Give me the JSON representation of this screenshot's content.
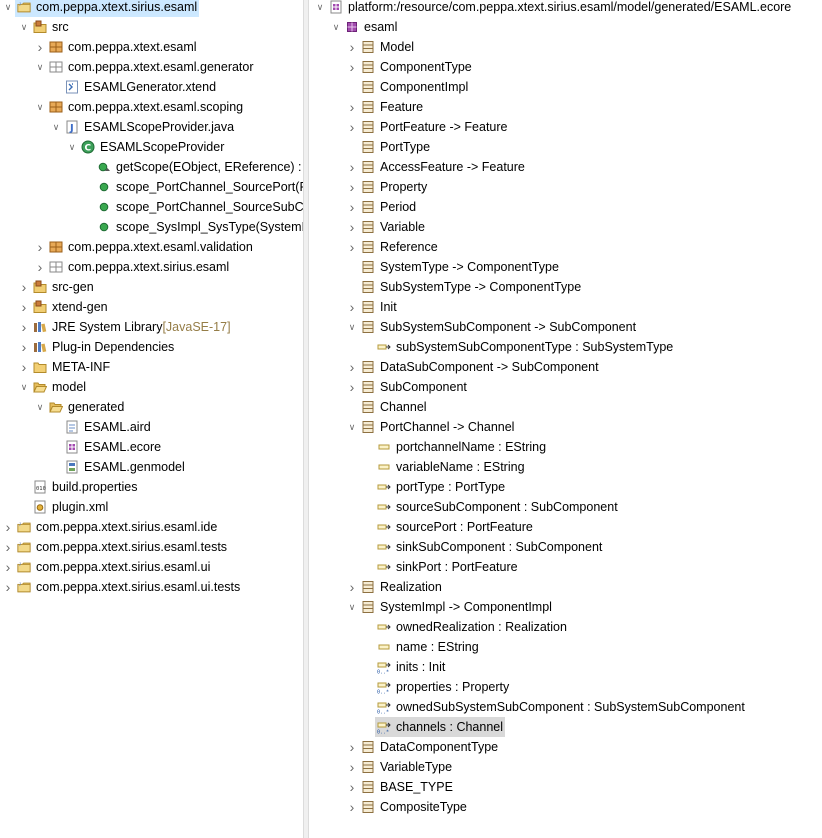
{
  "left_tree": [
    {
      "d": 0,
      "t": "open",
      "i": "project",
      "l": "com.peppa.xtext.sirius.esaml",
      "sel": true
    },
    {
      "d": 1,
      "t": "open",
      "i": "srcfolder",
      "l": "src"
    },
    {
      "d": 2,
      "t": "closed",
      "i": "package",
      "l": "com.peppa.xtext.esaml"
    },
    {
      "d": 2,
      "t": "open",
      "i": "package-empty",
      "l": "com.peppa.xtext.esaml.generator"
    },
    {
      "d": 3,
      "t": "none",
      "i": "xtend",
      "l": "ESAMLGenerator.xtend"
    },
    {
      "d": 2,
      "t": "open",
      "i": "package",
      "l": "com.peppa.xtext.esaml.scoping"
    },
    {
      "d": 3,
      "t": "open",
      "i": "java",
      "l": "ESAMLScopeProvider.java"
    },
    {
      "d": 4,
      "t": "open",
      "i": "class",
      "l": "ESAMLScopeProvider"
    },
    {
      "d": 5,
      "t": "none",
      "i": "method-override",
      "l": "getScope(EObject, EReference) :"
    },
    {
      "d": 5,
      "t": "none",
      "i": "method",
      "l": "scope_PortChannel_SourcePort(P"
    },
    {
      "d": 5,
      "t": "none",
      "i": "method",
      "l": "scope_PortChannel_SourceSubCo"
    },
    {
      "d": 5,
      "t": "none",
      "i": "method",
      "l": "scope_SysImpl_SysType(SystemI"
    },
    {
      "d": 2,
      "t": "closed",
      "i": "package",
      "l": "com.peppa.xtext.esaml.validation"
    },
    {
      "d": 2,
      "t": "closed",
      "i": "package-empty",
      "l": "com.peppa.xtext.sirius.esaml"
    },
    {
      "d": 1,
      "t": "closed",
      "i": "srcfolder",
      "l": "src-gen"
    },
    {
      "d": 1,
      "t": "closed",
      "i": "srcfolder",
      "l": "xtend-gen"
    },
    {
      "d": 1,
      "t": "closed",
      "i": "library",
      "l": "JRE System Library",
      "dec": "[JavaSE-17]"
    },
    {
      "d": 1,
      "t": "closed",
      "i": "library",
      "l": "Plug-in Dependencies"
    },
    {
      "d": 1,
      "t": "closed",
      "i": "folder",
      "l": "META-INF"
    },
    {
      "d": 1,
      "t": "open",
      "i": "folder-open",
      "l": "model"
    },
    {
      "d": 2,
      "t": "open",
      "i": "folder-open",
      "l": "generated"
    },
    {
      "d": 3,
      "t": "none",
      "i": "aird",
      "l": "ESAML.aird"
    },
    {
      "d": 3,
      "t": "none",
      "i": "ecore",
      "l": "ESAML.ecore"
    },
    {
      "d": 3,
      "t": "none",
      "i": "genmodel",
      "l": "ESAML.genmodel"
    },
    {
      "d": 1,
      "t": "none",
      "i": "properties",
      "l": "build.properties"
    },
    {
      "d": 1,
      "t": "none",
      "i": "xml",
      "l": "plugin.xml"
    },
    {
      "d": 0,
      "t": "closed",
      "i": "project",
      "l": "com.peppa.xtext.sirius.esaml.ide"
    },
    {
      "d": 0,
      "t": "closed",
      "i": "project",
      "l": "com.peppa.xtext.sirius.esaml.tests"
    },
    {
      "d": 0,
      "t": "closed",
      "i": "project",
      "l": "com.peppa.xtext.sirius.esaml.ui"
    },
    {
      "d": 0,
      "t": "closed",
      "i": "project",
      "l": "com.peppa.xtext.sirius.esaml.ui.tests"
    }
  ],
  "right_tree": [
    {
      "d": 0,
      "t": "open",
      "i": "resource",
      "l": "platform:/resource/com.peppa.xtext.sirius.esaml/model/generated/ESAML.ecore"
    },
    {
      "d": 1,
      "t": "open",
      "i": "epackage",
      "l": "esaml"
    },
    {
      "d": 2,
      "t": "closed",
      "i": "eclass",
      "l": "Model"
    },
    {
      "d": 2,
      "t": "closed",
      "i": "eclass",
      "l": "ComponentType"
    },
    {
      "d": 2,
      "t": "none",
      "i": "eclass",
      "l": "ComponentImpl"
    },
    {
      "d": 2,
      "t": "closed",
      "i": "eclass",
      "l": "Feature"
    },
    {
      "d": 2,
      "t": "closed",
      "i": "eclass",
      "l": "PortFeature -> Feature"
    },
    {
      "d": 2,
      "t": "none",
      "i": "eclass",
      "l": "PortType"
    },
    {
      "d": 2,
      "t": "closed",
      "i": "eclass",
      "l": "AccessFeature -> Feature"
    },
    {
      "d": 2,
      "t": "closed",
      "i": "eclass",
      "l": "Property"
    },
    {
      "d": 2,
      "t": "closed",
      "i": "eclass",
      "l": "Period"
    },
    {
      "d": 2,
      "t": "closed",
      "i": "eclass",
      "l": "Variable"
    },
    {
      "d": 2,
      "t": "closed",
      "i": "eclass",
      "l": "Reference"
    },
    {
      "d": 2,
      "t": "none",
      "i": "eclass",
      "l": "SystemType -> ComponentType"
    },
    {
      "d": 2,
      "t": "none",
      "i": "eclass",
      "l": "SubSystemType -> ComponentType"
    },
    {
      "d": 2,
      "t": "closed",
      "i": "eclass",
      "l": "Init"
    },
    {
      "d": 2,
      "t": "open",
      "i": "eclass",
      "l": "SubSystemSubComponent -> SubComponent"
    },
    {
      "d": 3,
      "t": "none",
      "i": "eref",
      "l": "subSystemSubComponentType : SubSystemType"
    },
    {
      "d": 2,
      "t": "closed",
      "i": "eclass",
      "l": "DataSubComponent -> SubComponent"
    },
    {
      "d": 2,
      "t": "closed",
      "i": "eclass",
      "l": "SubComponent"
    },
    {
      "d": 2,
      "t": "none",
      "i": "eclass",
      "l": "Channel"
    },
    {
      "d": 2,
      "t": "open",
      "i": "eclass",
      "l": "PortChannel -> Channel"
    },
    {
      "d": 3,
      "t": "none",
      "i": "eattr",
      "l": "portchannelName : EString"
    },
    {
      "d": 3,
      "t": "none",
      "i": "eattr",
      "l": "variableName : EString"
    },
    {
      "d": 3,
      "t": "none",
      "i": "eref",
      "l": "portType : PortType"
    },
    {
      "d": 3,
      "t": "none",
      "i": "eref",
      "l": "sourceSubComponent : SubComponent"
    },
    {
      "d": 3,
      "t": "none",
      "i": "eref",
      "l": "sourcePort : PortFeature"
    },
    {
      "d": 3,
      "t": "none",
      "i": "eref",
      "l": "sinkSubComponent : SubComponent"
    },
    {
      "d": 3,
      "t": "none",
      "i": "eref",
      "l": "sinkPort : PortFeature"
    },
    {
      "d": 2,
      "t": "closed",
      "i": "eclass",
      "l": "Realization"
    },
    {
      "d": 2,
      "t": "open",
      "i": "eclass",
      "l": "SystemImpl -> ComponentImpl"
    },
    {
      "d": 3,
      "t": "none",
      "i": "eref",
      "l": "ownedRealization : Realization"
    },
    {
      "d": 3,
      "t": "none",
      "i": "eattr",
      "l": "name : EString"
    },
    {
      "d": 3,
      "t": "none",
      "i": "eref-many",
      "l": "inits : Init"
    },
    {
      "d": 3,
      "t": "none",
      "i": "eref-many",
      "l": "properties : Property"
    },
    {
      "d": 3,
      "t": "none",
      "i": "eref-many",
      "l": "ownedSubSystemSubComponent : SubSystemSubComponent"
    },
    {
      "d": 3,
      "t": "none",
      "i": "eref-many",
      "l": "channels : Channel",
      "sel": true
    },
    {
      "d": 2,
      "t": "closed",
      "i": "eclass",
      "l": "DataComponentType"
    },
    {
      "d": 2,
      "t": "closed",
      "i": "eclass",
      "l": "VariableType"
    },
    {
      "d": 2,
      "t": "closed",
      "i": "eclass",
      "l": "BASE_TYPE"
    },
    {
      "d": 2,
      "t": "closed",
      "i": "eclass",
      "l": "CompositeType"
    }
  ]
}
